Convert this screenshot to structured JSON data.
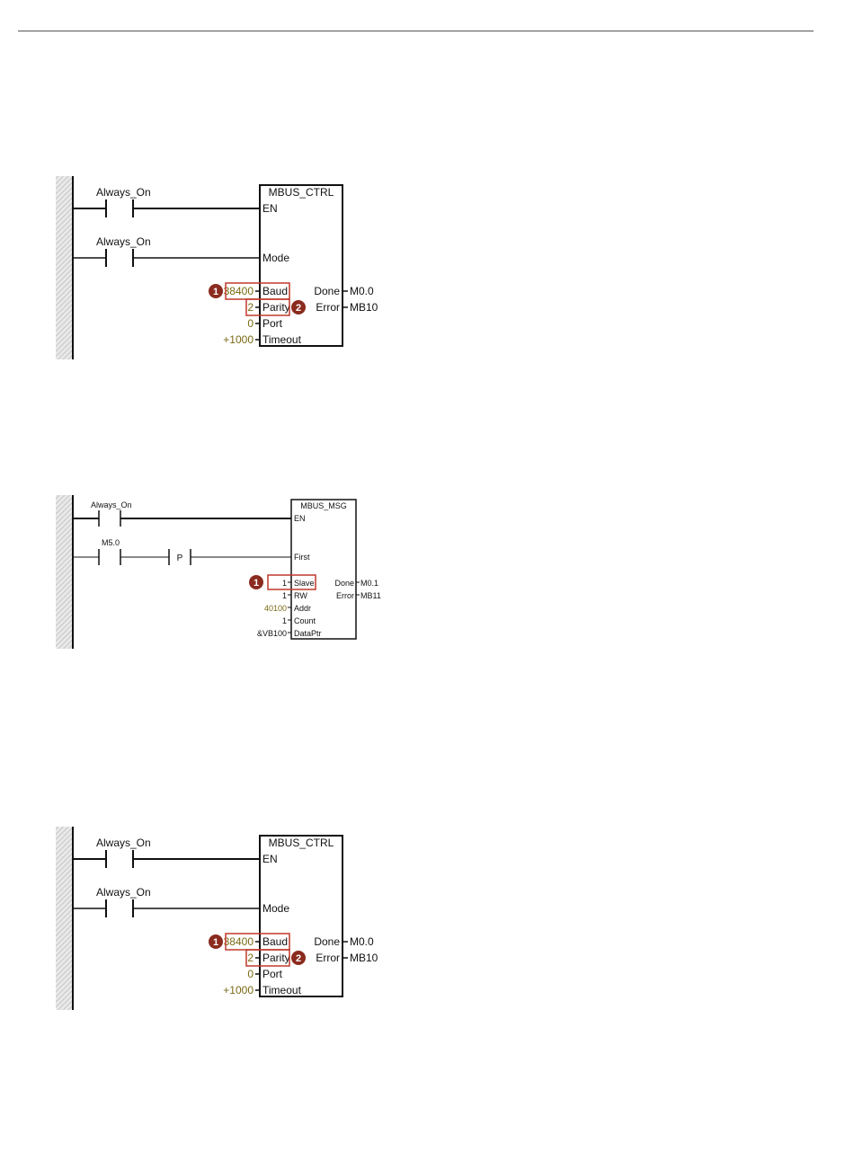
{
  "colors": {
    "wire": "#111111",
    "value": "#7a6a12",
    "highlight": "#c0392b",
    "badge": "#8b2a1e",
    "rail": "#dcdcdc"
  },
  "diagrams": [
    {
      "block": {
        "title": "MBUS_CTRL",
        "inputs": {
          "en": "EN",
          "mode": "Mode",
          "baud": "Baud",
          "parity": "Parity",
          "port": "Port",
          "timeout": "Timeout"
        },
        "outputs": {
          "done": "Done",
          "error": "Error"
        }
      },
      "contacts": {
        "en": "Always_On",
        "mode": "Always_On"
      },
      "values": {
        "baud": "38400",
        "parity": "2",
        "port": "0",
        "timeout": "+1000"
      },
      "output_values": {
        "done": "M0.0",
        "error": "MB10"
      },
      "badges": [
        "1",
        "2"
      ]
    },
    {
      "block": {
        "title": "MBUS_MSG",
        "inputs": {
          "en": "EN",
          "first": "First",
          "slave": "Slave",
          "rw": "RW",
          "addr": "Addr",
          "count": "Count",
          "dataptr": "DataPtr"
        },
        "outputs": {
          "done": "Done",
          "error": "Error"
        }
      },
      "contacts": {
        "en": "Always_On",
        "first": "M5.0",
        "edge": "P"
      },
      "values": {
        "slave": "1",
        "rw": "1",
        "addr": "40100",
        "count": "1",
        "dataptr": "&VB100"
      },
      "output_values": {
        "done": "M0.1",
        "error": "MB11"
      },
      "badges": [
        "1"
      ]
    },
    {
      "block": {
        "title": "MBUS_CTRL",
        "inputs": {
          "en": "EN",
          "mode": "Mode",
          "baud": "Baud",
          "parity": "Parity",
          "port": "Port",
          "timeout": "Timeout"
        },
        "outputs": {
          "done": "Done",
          "error": "Error"
        }
      },
      "contacts": {
        "en": "Always_On",
        "mode": "Always_On"
      },
      "values": {
        "baud": "38400",
        "parity": "2",
        "port": "0",
        "timeout": "+1000"
      },
      "output_values": {
        "done": "M0.0",
        "error": "MB10"
      },
      "badges": [
        "1",
        "2"
      ]
    }
  ]
}
